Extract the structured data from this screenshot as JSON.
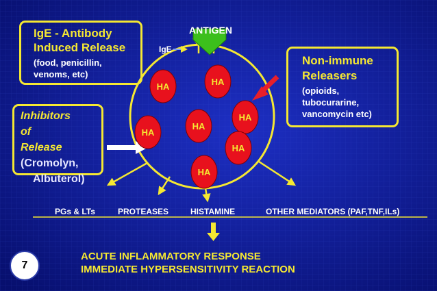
{
  "antigen_label": "ANTIGEN",
  "ige_label": "IgE",
  "granule_label": "HA",
  "ige_box": {
    "title_line1": "IgE - Antibody",
    "title_line2": "Induced Release",
    "detail_line1": "(food, penicillin,",
    "detail_line2": "venoms, etc)"
  },
  "nonimmune_box": {
    "title_line1": "Non-immune",
    "title_line2": "Releasers",
    "detail_line1": "(opioids,",
    "detail_line2": "tubocurarine,",
    "detail_line3": "vancomycin etc)"
  },
  "inhibitors_box": {
    "line1": "Inhibitors",
    "line2": "of",
    "line3": "Release",
    "line4": "(Cromolyn,",
    "line5": "Albuterol)"
  },
  "mediators": {
    "pgs": "PGs & LTs",
    "proteases": "PROTEASES",
    "histamine": "HISTAMINE",
    "other": "OTHER MEDIATORS (PAF,TNF,ILs)"
  },
  "response": {
    "line1": "ACUTE INFLAMMATORY RESPONSE",
    "line2": "IMMEDIATE HYPERSENSITIVITY REACTION"
  },
  "slide_number": "7",
  "colors": {
    "background": "#0b1690",
    "yellow": "#f5e832",
    "granule_red": "#e8111d",
    "antigen_green": "#3cbf1c",
    "arrow_red": "#e81f2a"
  }
}
